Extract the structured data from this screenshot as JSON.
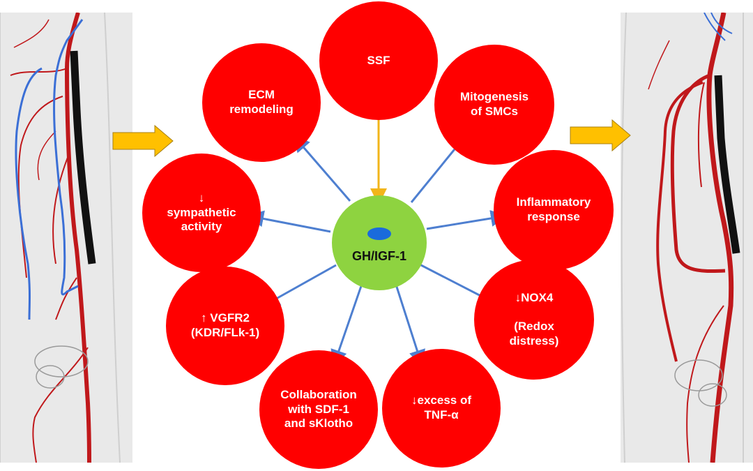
{
  "colors": {
    "node_fill": "#ff0000",
    "center_fill": "#8ed340",
    "connector": "#4e7fd0",
    "ssf_connector": "#f2b51a",
    "transition_arrow": "#ffc000",
    "artery": "#c0181b",
    "vein": "#3b6fd6"
  },
  "diagram": {
    "center": {
      "label": "GH/IGF-1"
    },
    "nodes": [
      {
        "key": "ssf",
        "label": "SSF"
      },
      {
        "key": "mitogenesis",
        "label": "Mitogenesis\nof SMCs"
      },
      {
        "key": "inflammatory",
        "label": "Inflammatory\nresponse"
      },
      {
        "key": "nox4",
        "label": "↓NOX4\n\n(Redox\ndistress)"
      },
      {
        "key": "tnf",
        "label": "↓excess of\nTNF-α"
      },
      {
        "key": "collaboration",
        "label": "Collaboration\nwith SDF-1\nand sKlotho"
      },
      {
        "key": "vgfr2",
        "label": "↑ VGFR2\n(KDR/FLk-1)"
      },
      {
        "key": "sympathetic",
        "label": "↓\nsympathetic\nactivity"
      },
      {
        "key": "ecm",
        "label": "ECM\nremodeling"
      }
    ]
  },
  "panels": {
    "left": {
      "icon": "leg-vasculature-before-icon"
    },
    "right": {
      "icon": "leg-vasculature-after-icon"
    }
  }
}
